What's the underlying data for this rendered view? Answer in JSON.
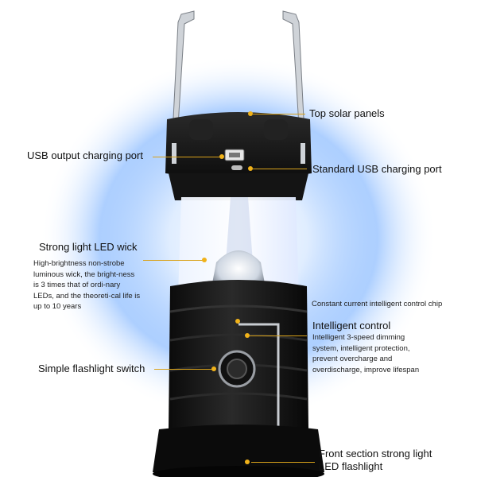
{
  "labels": {
    "top_solar_panels": "Top solar panels",
    "usb_output": "USB output charging port",
    "standard_usb": "Standard USB charging port",
    "strong_light_title": "Strong light LED wick",
    "strong_light_desc": "High-brightness non-strobe luminous wick, the bright-ness is 3 times that of ordi-nary LEDs, and the theoreti-cal life is up to 10 years",
    "constant_current": "Constant current intelligent control chip",
    "intelligent_control_title": "Intelligent control",
    "intelligent_control_desc": "Intelligent 3-speed dimming system, intelligent protection, prevent overcharge and overdischarge, improve lifespan",
    "flashlight_switch": "Simple flashlight switch",
    "front_flashlight": "Front section strong light LED flashlight"
  },
  "colors": {
    "glow": "#5aa0ff",
    "body": "#141414",
    "leader": "#d9a21a",
    "dot": "#f0b21a"
  }
}
